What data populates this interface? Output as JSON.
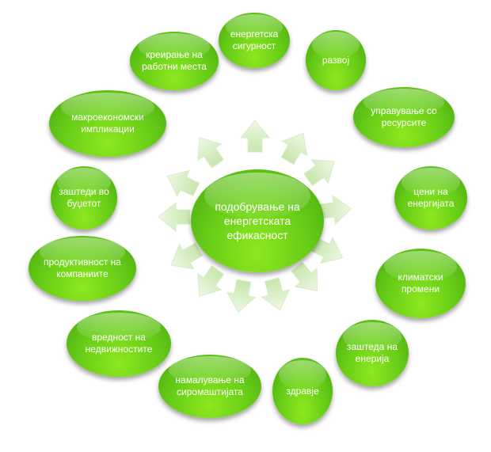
{
  "center": {
    "label": "подобрување на енергетската ефикасност"
  },
  "nodes": [
    {
      "id": "energy-security",
      "label": "енергетска сигурност"
    },
    {
      "id": "development",
      "label": "развој"
    },
    {
      "id": "resource-management",
      "label": "управување со ресурсите"
    },
    {
      "id": "energy-prices",
      "label": "цени на енергијата"
    },
    {
      "id": "climate-change",
      "label": "климатски промени"
    },
    {
      "id": "energy-savings",
      "label": "заштеда на енерија"
    },
    {
      "id": "health",
      "label": "здравје"
    },
    {
      "id": "poverty-reduction",
      "label": "намалување на сиромаштијата"
    },
    {
      "id": "real-estate-value",
      "label": "вредност на недвижностите"
    },
    {
      "id": "company-productivity",
      "label": "продуктивност на компаниите"
    },
    {
      "id": "budget-savings",
      "label": "заштеди во буџетот"
    },
    {
      "id": "macroeconomic-implications",
      "label": "макроекономски импликации"
    },
    {
      "id": "job-creation",
      "label": "креирање на работни места"
    }
  ],
  "colors": {
    "node_fill": "#66cc17",
    "node_text": "#ffffff",
    "arrow_fill": "#dcefc9"
  }
}
